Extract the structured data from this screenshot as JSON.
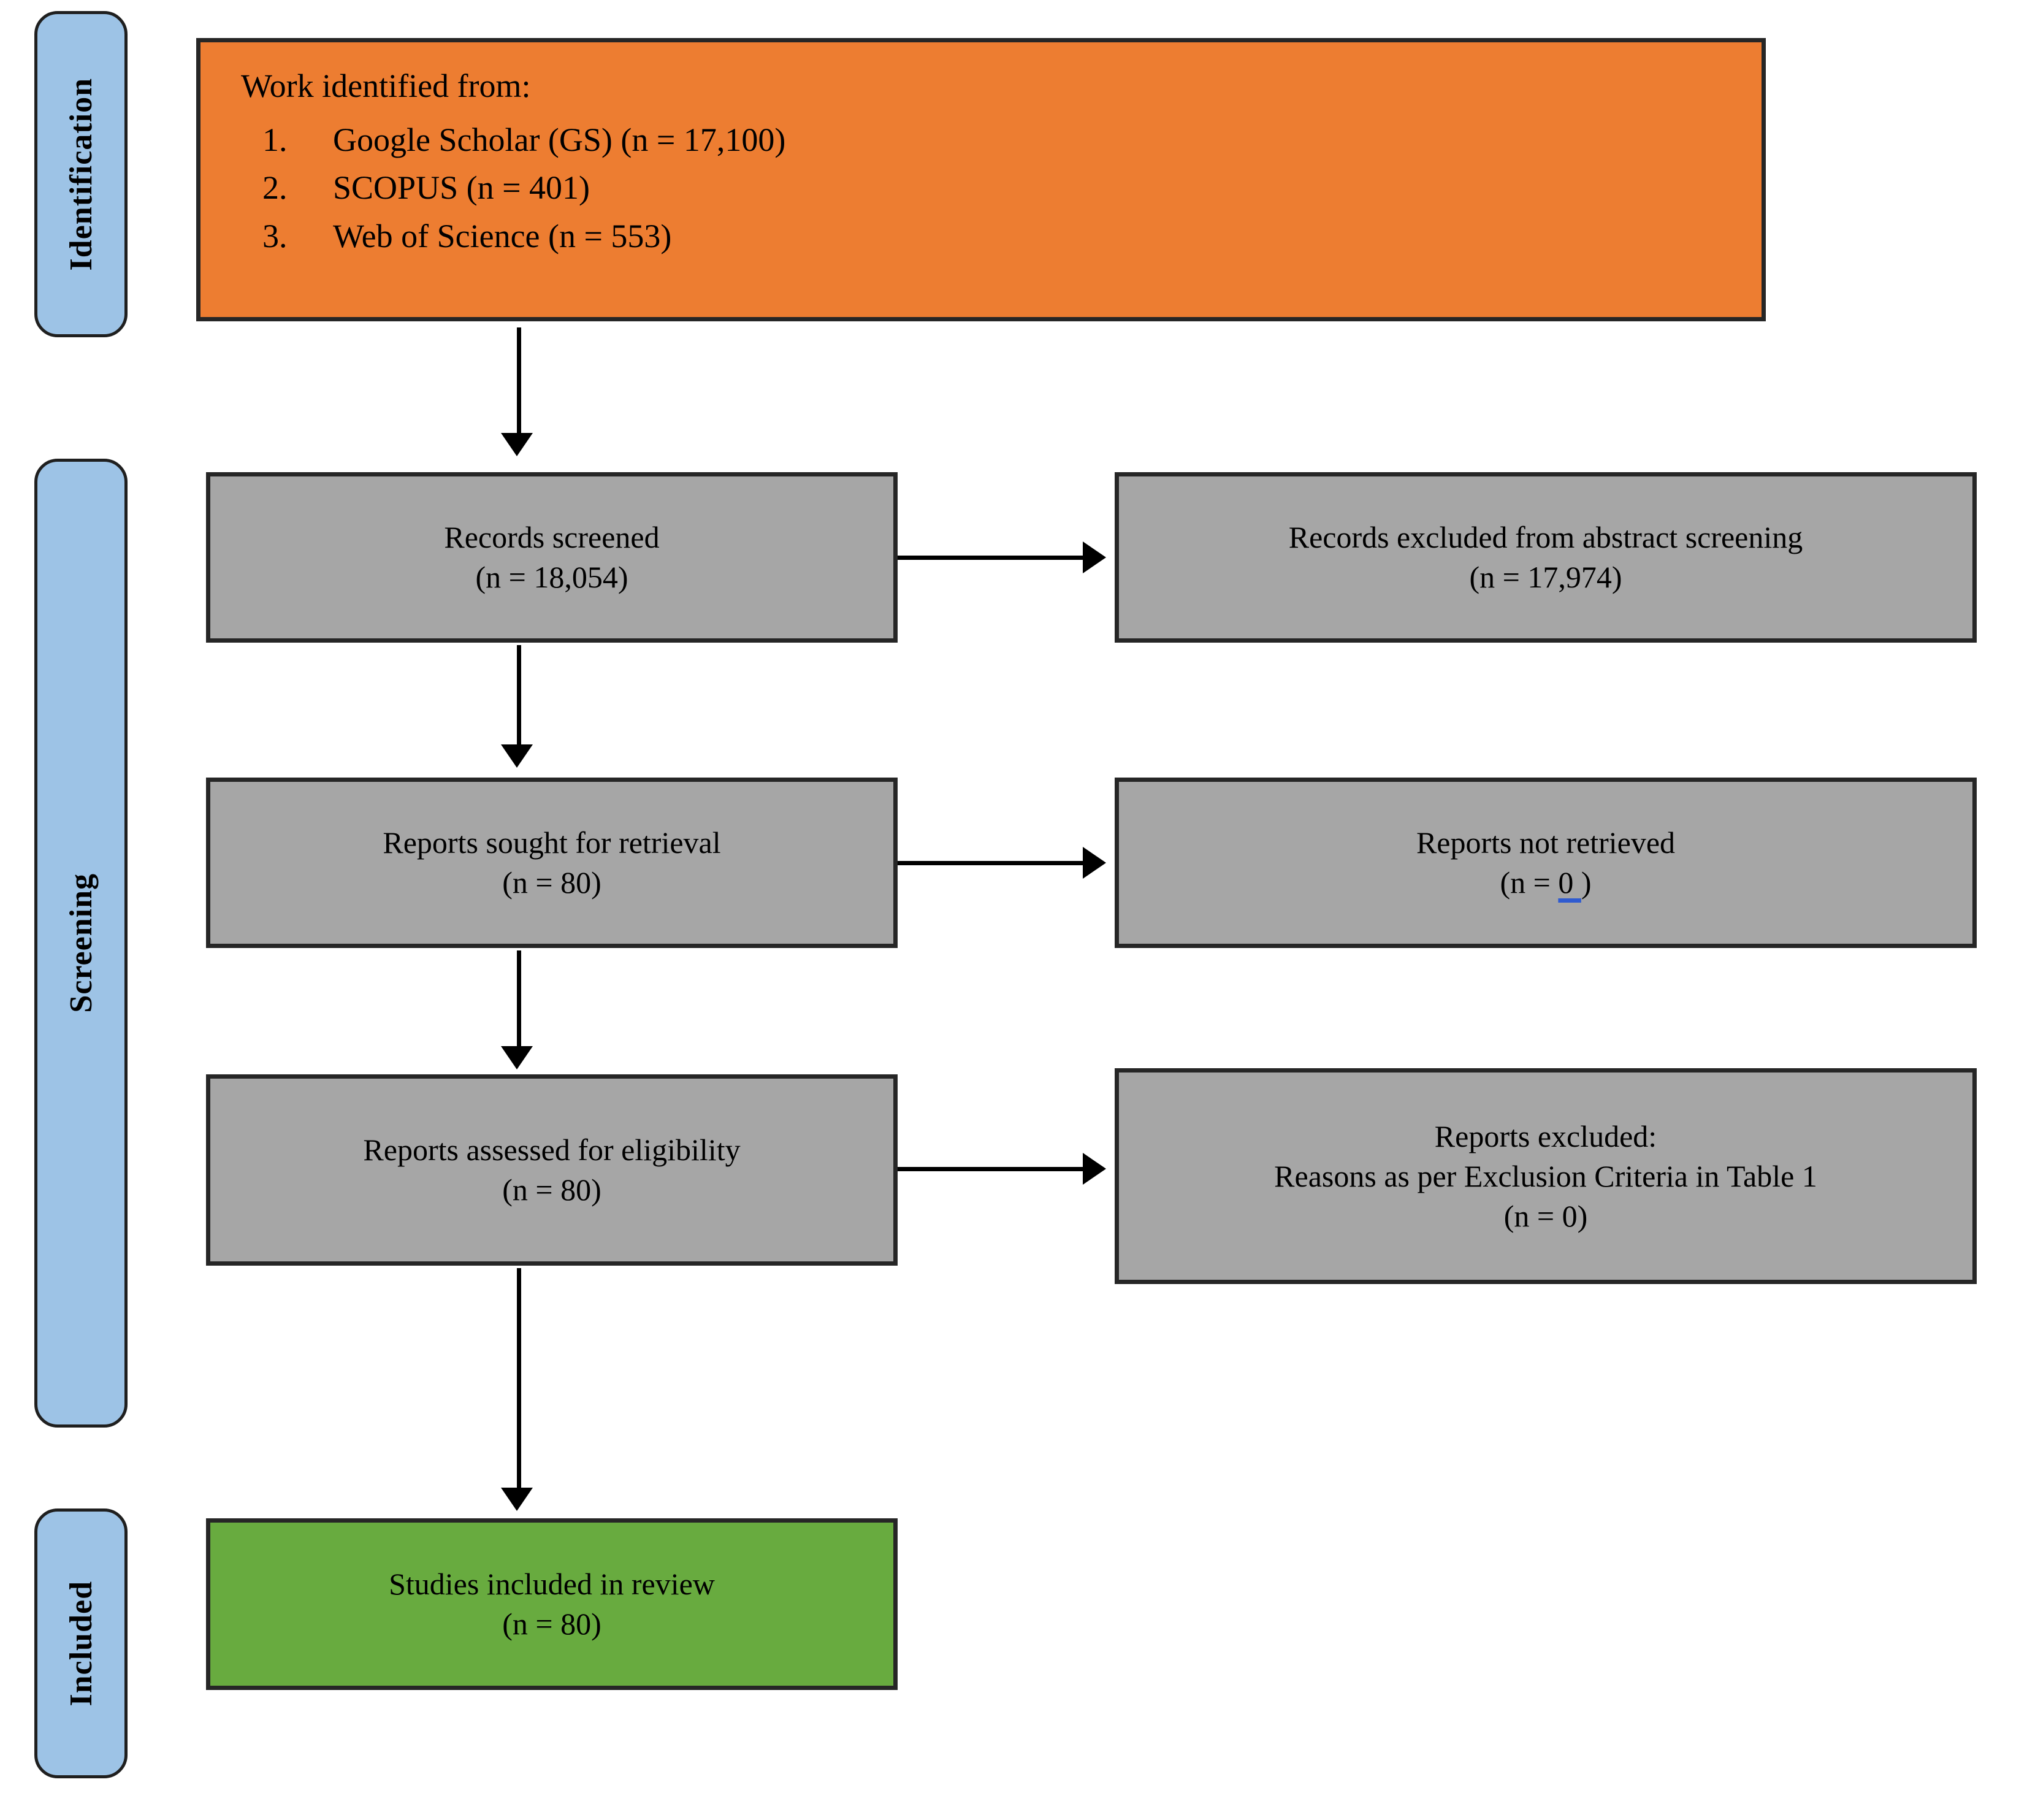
{
  "phases": [
    {
      "id": "identification",
      "label": "Identification"
    },
    {
      "id": "screening",
      "label": "Screening"
    },
    {
      "id": "included",
      "label": "Included"
    }
  ],
  "identification": {
    "headline": "Work identified from:",
    "sources": [
      "Google Scholar (GS) (n = 17,100)",
      "SCOPUS (n = 401)",
      "Web of Science (n = 553)"
    ]
  },
  "screening": {
    "screened": {
      "line1": "Records screened",
      "line2": "(n = 18,054)"
    },
    "excluded_abs": {
      "line1": "Records excluded from abstract screening",
      "line2": "(n = 17,974)"
    },
    "sought": {
      "line1": "Reports sought for retrieval",
      "line2": "(n = 80)"
    },
    "not_retrieved": {
      "line1": "Reports not retrieved",
      "line2_prefix": "(n = ",
      "line2_zero": "0 ",
      "line2_suffix": ")"
    },
    "assessed": {
      "line1": "Reports assessed for eligibility",
      "line2": "(n = 80)"
    },
    "excluded_rep": {
      "line1": "Reports excluded:",
      "line2": "Reasons as per Exclusion Criteria in Table 1",
      "line3": "(n = 0)"
    }
  },
  "included": {
    "line1": "Studies included in review",
    "line2": "(n = 80)"
  },
  "colors": {
    "identification_fill": "#ed7d31",
    "stage_fill": "#a6a6a6",
    "included_fill": "#68ab3f",
    "phase_fill": "#9dc3e6",
    "border": "#262626",
    "underline_accent": "#2f5bd0"
  }
}
